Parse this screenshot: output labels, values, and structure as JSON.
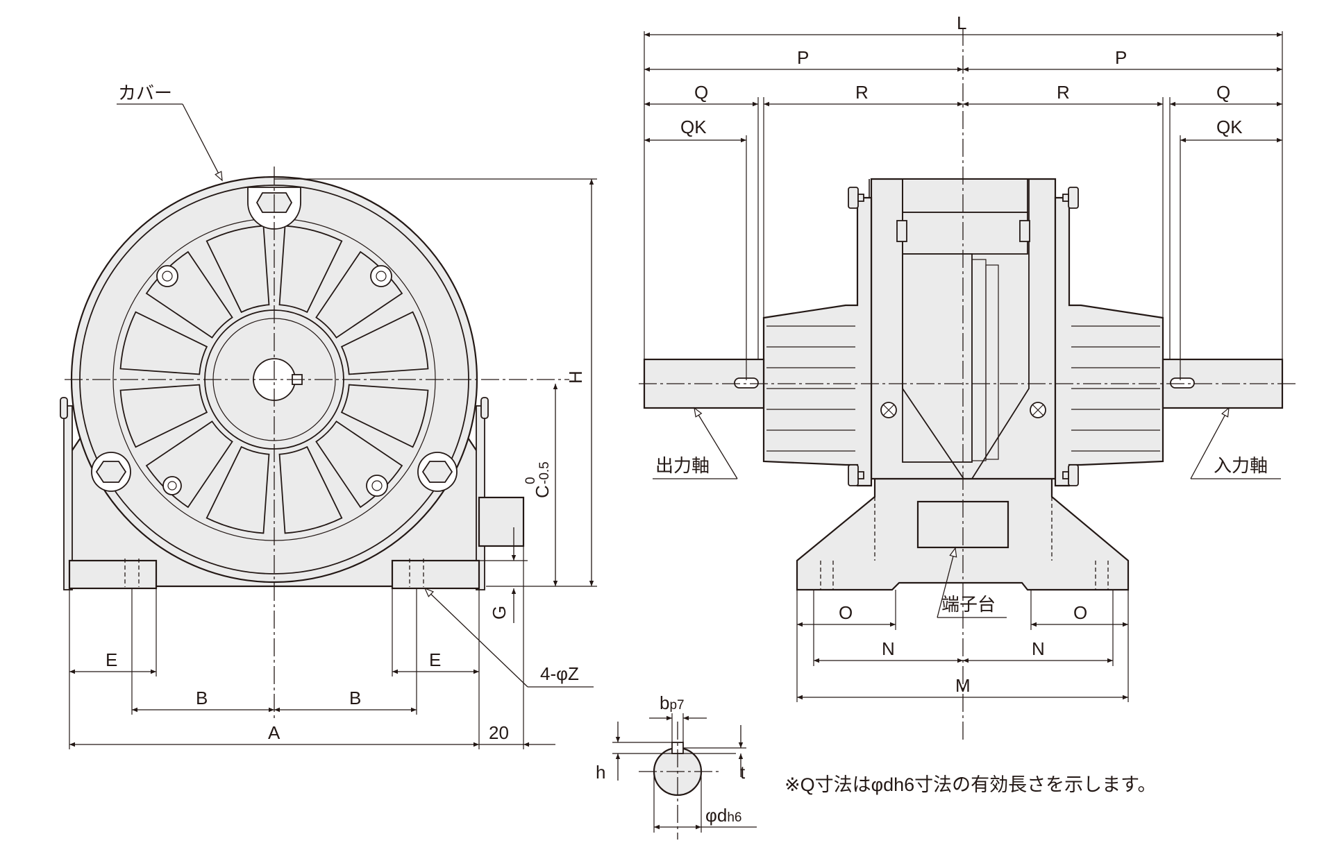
{
  "diagram": {
    "title_note": "※Q寸法はφdh6寸法の有効長さを示します。",
    "front_view": {
      "cover_label": "カバー",
      "hole_label": "4-φZ",
      "dims": {
        "A": "A",
        "B": "B",
        "E": "E",
        "G": "G",
        "H": "H",
        "C": "C",
        "C_tol_upper": "0",
        "C_tol_lower": "-0.5",
        "offset_20": "20"
      }
    },
    "side_view": {
      "output_shaft_label": "出力軸",
      "input_shaft_label": "入力軸",
      "terminal_block_label": "端子台",
      "dims": {
        "L": "L",
        "P": "P",
        "Q": "Q",
        "QK": "QK",
        "R": "R",
        "M": "M",
        "N": "N",
        "O": "O"
      }
    },
    "shaft_detail": {
      "dims": {
        "b": "b",
        "b_sub": "p7",
        "h": "h",
        "t": "t",
        "d": "φd",
        "d_sub": "h6"
      }
    },
    "colors": {
      "line": "#231815",
      "fill": "#ebebeb",
      "background": "#ffffff"
    }
  }
}
